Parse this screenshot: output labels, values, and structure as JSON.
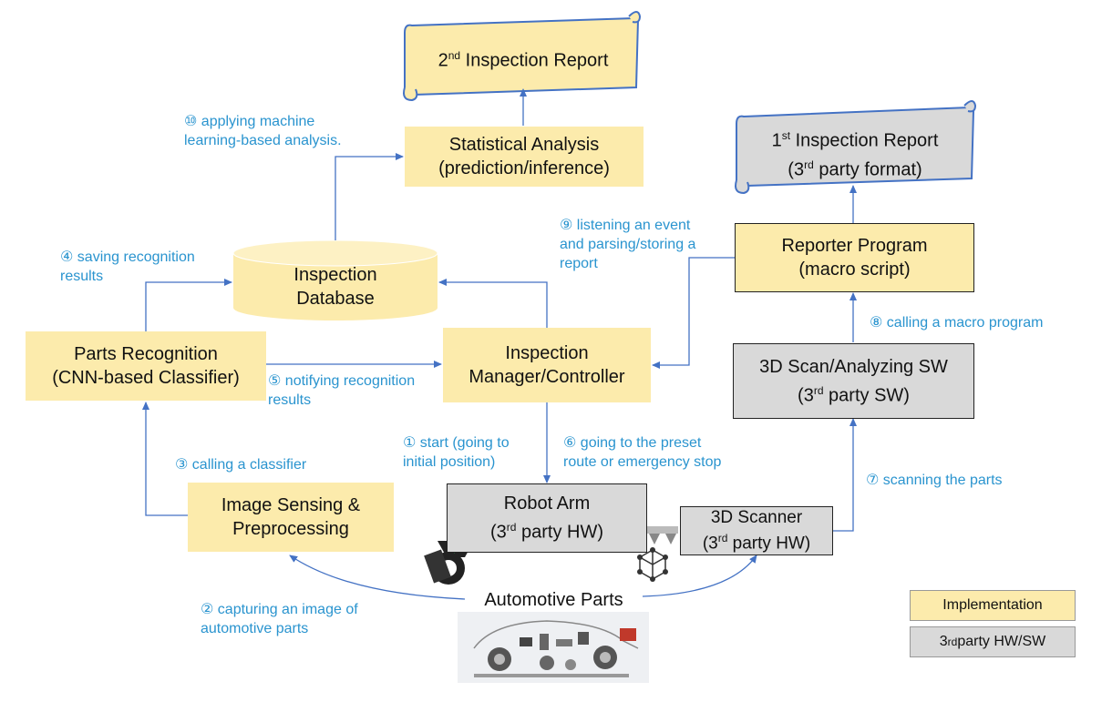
{
  "reports": {
    "second": {
      "pre": "2",
      "sup": "nd",
      "post": " Inspection Report"
    },
    "first": {
      "pre": "1",
      "sup": "st",
      "post": " Inspection Report",
      "line2_pre": "(3",
      "line2_sup": "rd",
      "line2_post": " party format)"
    }
  },
  "boxes": {
    "statistical": {
      "line1": "Statistical Analysis",
      "line2": "(prediction/inference)"
    },
    "reporter": {
      "line1": "Reporter Program",
      "line2": "(macro script)"
    },
    "database": {
      "line1": "Inspection",
      "line2": "Database"
    },
    "parts_recognition": {
      "line1": "Parts Recognition",
      "line2": "(CNN-based Classifier)"
    },
    "manager": {
      "line1": "Inspection",
      "line2": "Manager/Controller"
    },
    "scan_sw": {
      "line1": "3D Scan/Analyzing SW",
      "line2_pre": "(3",
      "line2_sup": "rd",
      "line2_post": " party SW)"
    },
    "image_sensing": {
      "line1": "Image Sensing &",
      "line2": "Preprocessing"
    },
    "robot_arm": {
      "line1": "Robot Arm",
      "line2_pre": "(3",
      "line2_sup": "rd",
      "line2_post": " party HW)"
    },
    "scanner": {
      "line1": "3D Scanner",
      "line2_pre": "(3",
      "line2_sup": "rd",
      "line2_post": " party HW)"
    }
  },
  "steps": {
    "s1": [
      "① start (going to",
      "initial position)"
    ],
    "s2": [
      "② capturing an image of",
      "automotive parts"
    ],
    "s3": [
      "③ calling a classifier"
    ],
    "s4": [
      "④ saving recognition",
      "results"
    ],
    "s5": [
      "⑤ notifying recognition",
      "results"
    ],
    "s6": [
      "⑥ going to the preset",
      "route or emergency stop"
    ],
    "s7": [
      "⑦ scanning the parts"
    ],
    "s8": [
      "⑧ calling a macro program"
    ],
    "s9": [
      "⑨ listening an event",
      "and parsing/storing a",
      "report"
    ],
    "s10": [
      "⑩ applying machine",
      "learning-based analysis."
    ]
  },
  "parts": {
    "label": "Automotive Parts"
  },
  "legend": {
    "implementation": "Implementation",
    "third_pre": "3",
    "third_sup": "rd",
    "third_post": " party HW/SW"
  },
  "colors": {
    "implementation": "#fcebac",
    "third_party": "#d9d9d9",
    "arrow": "#4472c4",
    "step_text": "#2a94cf"
  },
  "icons": [
    "camera-icon",
    "scanner-icon",
    "car-parts-image"
  ]
}
